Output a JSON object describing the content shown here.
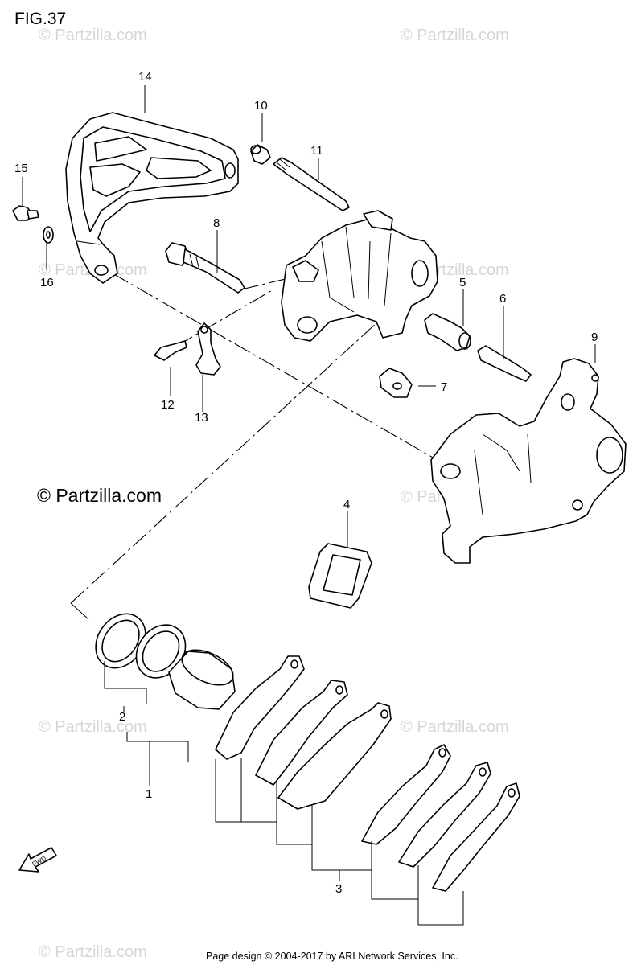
{
  "figure": {
    "title": "FIG.37"
  },
  "brand": {
    "text": "© Partzilla.com"
  },
  "watermark": {
    "text": "© Partzilla.com"
  },
  "footer": {
    "text": "Page design © 2004-2017 by ARI Network Services, Inc."
  },
  "fwd_label": "FWD",
  "callouts": {
    "c1": "1",
    "c2": "2",
    "c3": "3",
    "c4": "4",
    "c5": "5",
    "c6": "6",
    "c7": "7",
    "c8": "8",
    "c9": "9",
    "c10": "10",
    "c11": "11",
    "c12": "12",
    "c13": "13",
    "c14": "14",
    "c15": "15",
    "c16": "16"
  }
}
